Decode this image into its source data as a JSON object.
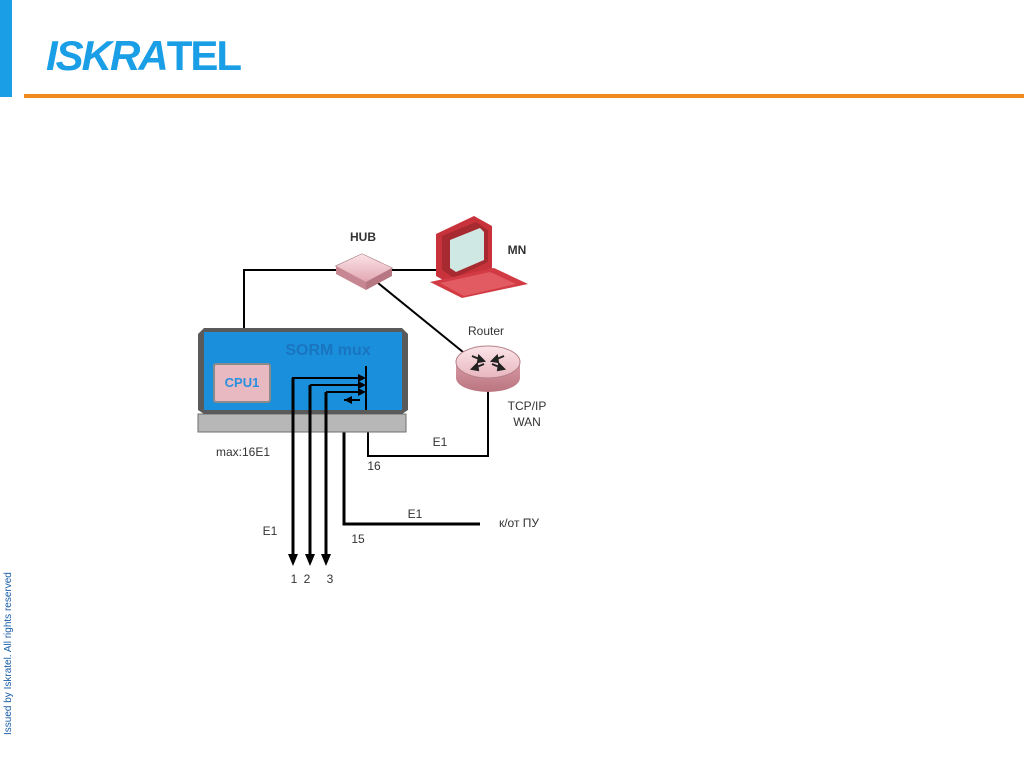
{
  "header": {
    "logo_part1": "ISKRA",
    "logo_part2": "TEL"
  },
  "footer": {
    "side_text": "Issued by Iskratel. All rights reserved"
  },
  "diagram": {
    "hub_label": "HUB",
    "mn_label": "MN",
    "router_label": "Router",
    "sorm_label": "SORM mux",
    "cpu_label": "CPU1",
    "wan_label_line1": "TCP/IP",
    "wan_label_line2": "WAN",
    "max_label": "max:16E1",
    "e1_top": "E1",
    "num_16": "16",
    "e1_mid": "E1",
    "pu_label": "к/от ПУ",
    "e1_left": "E1",
    "num_15": "15",
    "out_1": "1",
    "out_2": "2",
    "out_3": "3"
  },
  "colors": {
    "accent_blue": "#1a9ee6",
    "accent_orange": "#f08a1c",
    "mux_blue": "#1a8fdb",
    "cpu_pink": "#e8b9c0"
  }
}
